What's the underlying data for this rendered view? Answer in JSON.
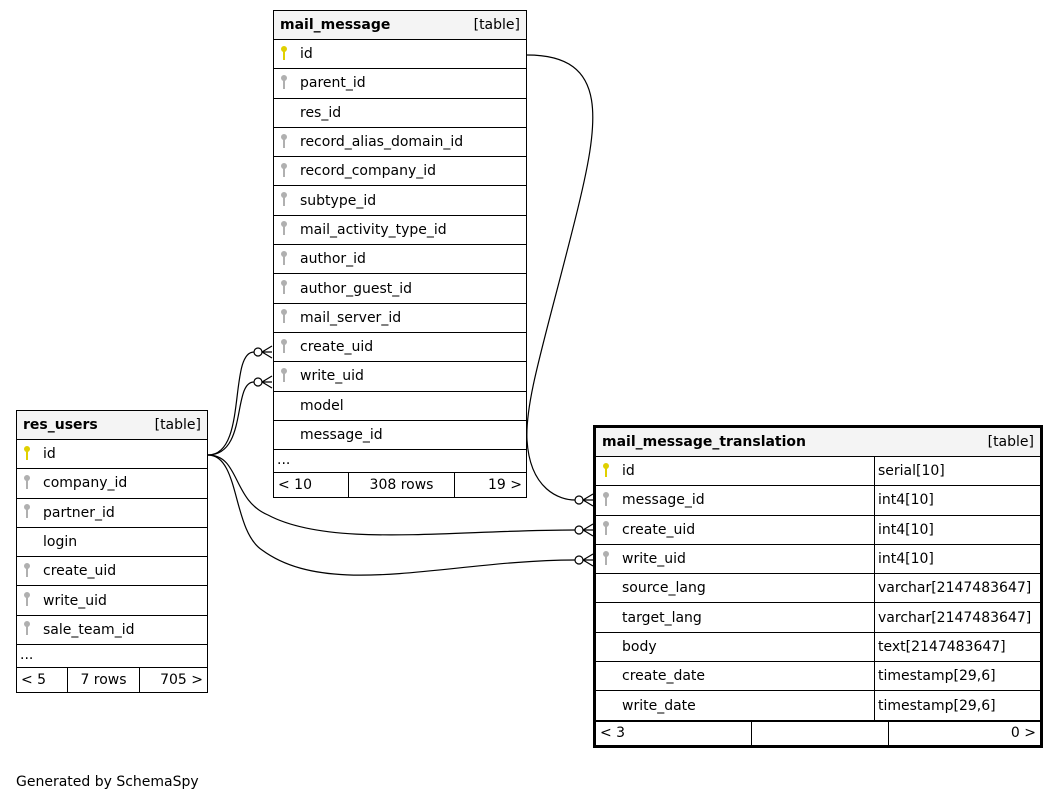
{
  "colors": {
    "pk": "#e0d000",
    "fk": "#b0b0b0"
  },
  "tables": [
    {
      "id": "mail_message",
      "name": "mail_message",
      "kind": "[table]",
      "columns": [
        {
          "name": "id",
          "key": "pk"
        },
        {
          "name": "parent_id",
          "key": "fk"
        },
        {
          "name": "res_id",
          "key": ""
        },
        {
          "name": "record_alias_domain_id",
          "key": "fk"
        },
        {
          "name": "record_company_id",
          "key": "fk"
        },
        {
          "name": "subtype_id",
          "key": "fk"
        },
        {
          "name": "mail_activity_type_id",
          "key": "fk"
        },
        {
          "name": "author_id",
          "key": "fk"
        },
        {
          "name": "author_guest_id",
          "key": "fk"
        },
        {
          "name": "mail_server_id",
          "key": "fk"
        },
        {
          "name": "create_uid",
          "key": "fk"
        },
        {
          "name": "write_uid",
          "key": "fk"
        },
        {
          "name": "model",
          "key": ""
        },
        {
          "name": "message_id",
          "key": ""
        }
      ],
      "more": "...",
      "footer": [
        "< 10",
        "308 rows",
        "19 >"
      ]
    },
    {
      "id": "res_users",
      "name": "res_users",
      "kind": "[table]",
      "columns": [
        {
          "name": "id",
          "key": "pk"
        },
        {
          "name": "company_id",
          "key": "fk"
        },
        {
          "name": "partner_id",
          "key": "fk"
        },
        {
          "name": "login",
          "key": ""
        },
        {
          "name": "create_uid",
          "key": "fk"
        },
        {
          "name": "write_uid",
          "key": "fk"
        },
        {
          "name": "sale_team_id",
          "key": "fk"
        }
      ],
      "more": "...",
      "footer": [
        "< 5",
        "7 rows",
        "705 >"
      ]
    },
    {
      "id": "mail_message_translation",
      "name": "mail_message_translation",
      "kind": "[table]",
      "columns": [
        {
          "name": "id",
          "key": "pk",
          "type": "serial[10]"
        },
        {
          "name": "message_id",
          "key": "fk",
          "type": "int4[10]"
        },
        {
          "name": "create_uid",
          "key": "fk",
          "type": "int4[10]"
        },
        {
          "name": "write_uid",
          "key": "fk",
          "type": "int4[10]"
        },
        {
          "name": "source_lang",
          "key": "",
          "type": "varchar[2147483647]"
        },
        {
          "name": "target_lang",
          "key": "",
          "type": "varchar[2147483647]"
        },
        {
          "name": "body",
          "key": "",
          "type": "text[2147483647]"
        },
        {
          "name": "create_date",
          "key": "",
          "type": "timestamp[29,6]"
        },
        {
          "name": "write_date",
          "key": "",
          "type": "timestamp[29,6]"
        }
      ],
      "footer": [
        "< 3",
        "",
        "0 >"
      ]
    }
  ],
  "generated_by": "Generated by SchemaSpy"
}
